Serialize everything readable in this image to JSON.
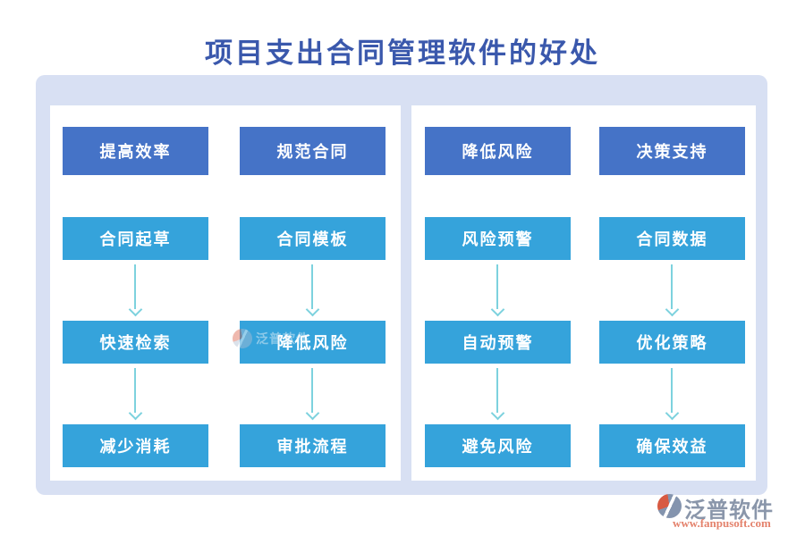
{
  "title": "项目支出合同管理软件的好处",
  "flow": {
    "panels": [
      {
        "columns": [
          {
            "header": "提高效率",
            "steps": [
              "合同起草",
              "快速检索",
              "减少消耗"
            ]
          },
          {
            "header": "规范合同",
            "steps": [
              "合同模板",
              "降低风险",
              "审批流程"
            ]
          }
        ]
      },
      {
        "columns": [
          {
            "header": "降低风险",
            "steps": [
              "风险预警",
              "自动预警",
              "避免风险"
            ]
          },
          {
            "header": "决策支持",
            "steps": [
              "合同数据",
              "优化策略",
              "确保效益"
            ]
          }
        ]
      }
    ]
  },
  "watermark": {
    "name": "泛普软件"
  },
  "footer": {
    "brand": "泛普软件",
    "url": "www.fanpusoft.com"
  },
  "colors": {
    "title": "#3A58AC",
    "frame": "#D8E0F3",
    "header_box": "#4573C7",
    "step_box": "#35A3DB",
    "arrow": "#7DD2DE",
    "brand_gray": "#8A96AA",
    "brand_red": "#D85A42",
    "url_salmon": "#E4826C"
  }
}
